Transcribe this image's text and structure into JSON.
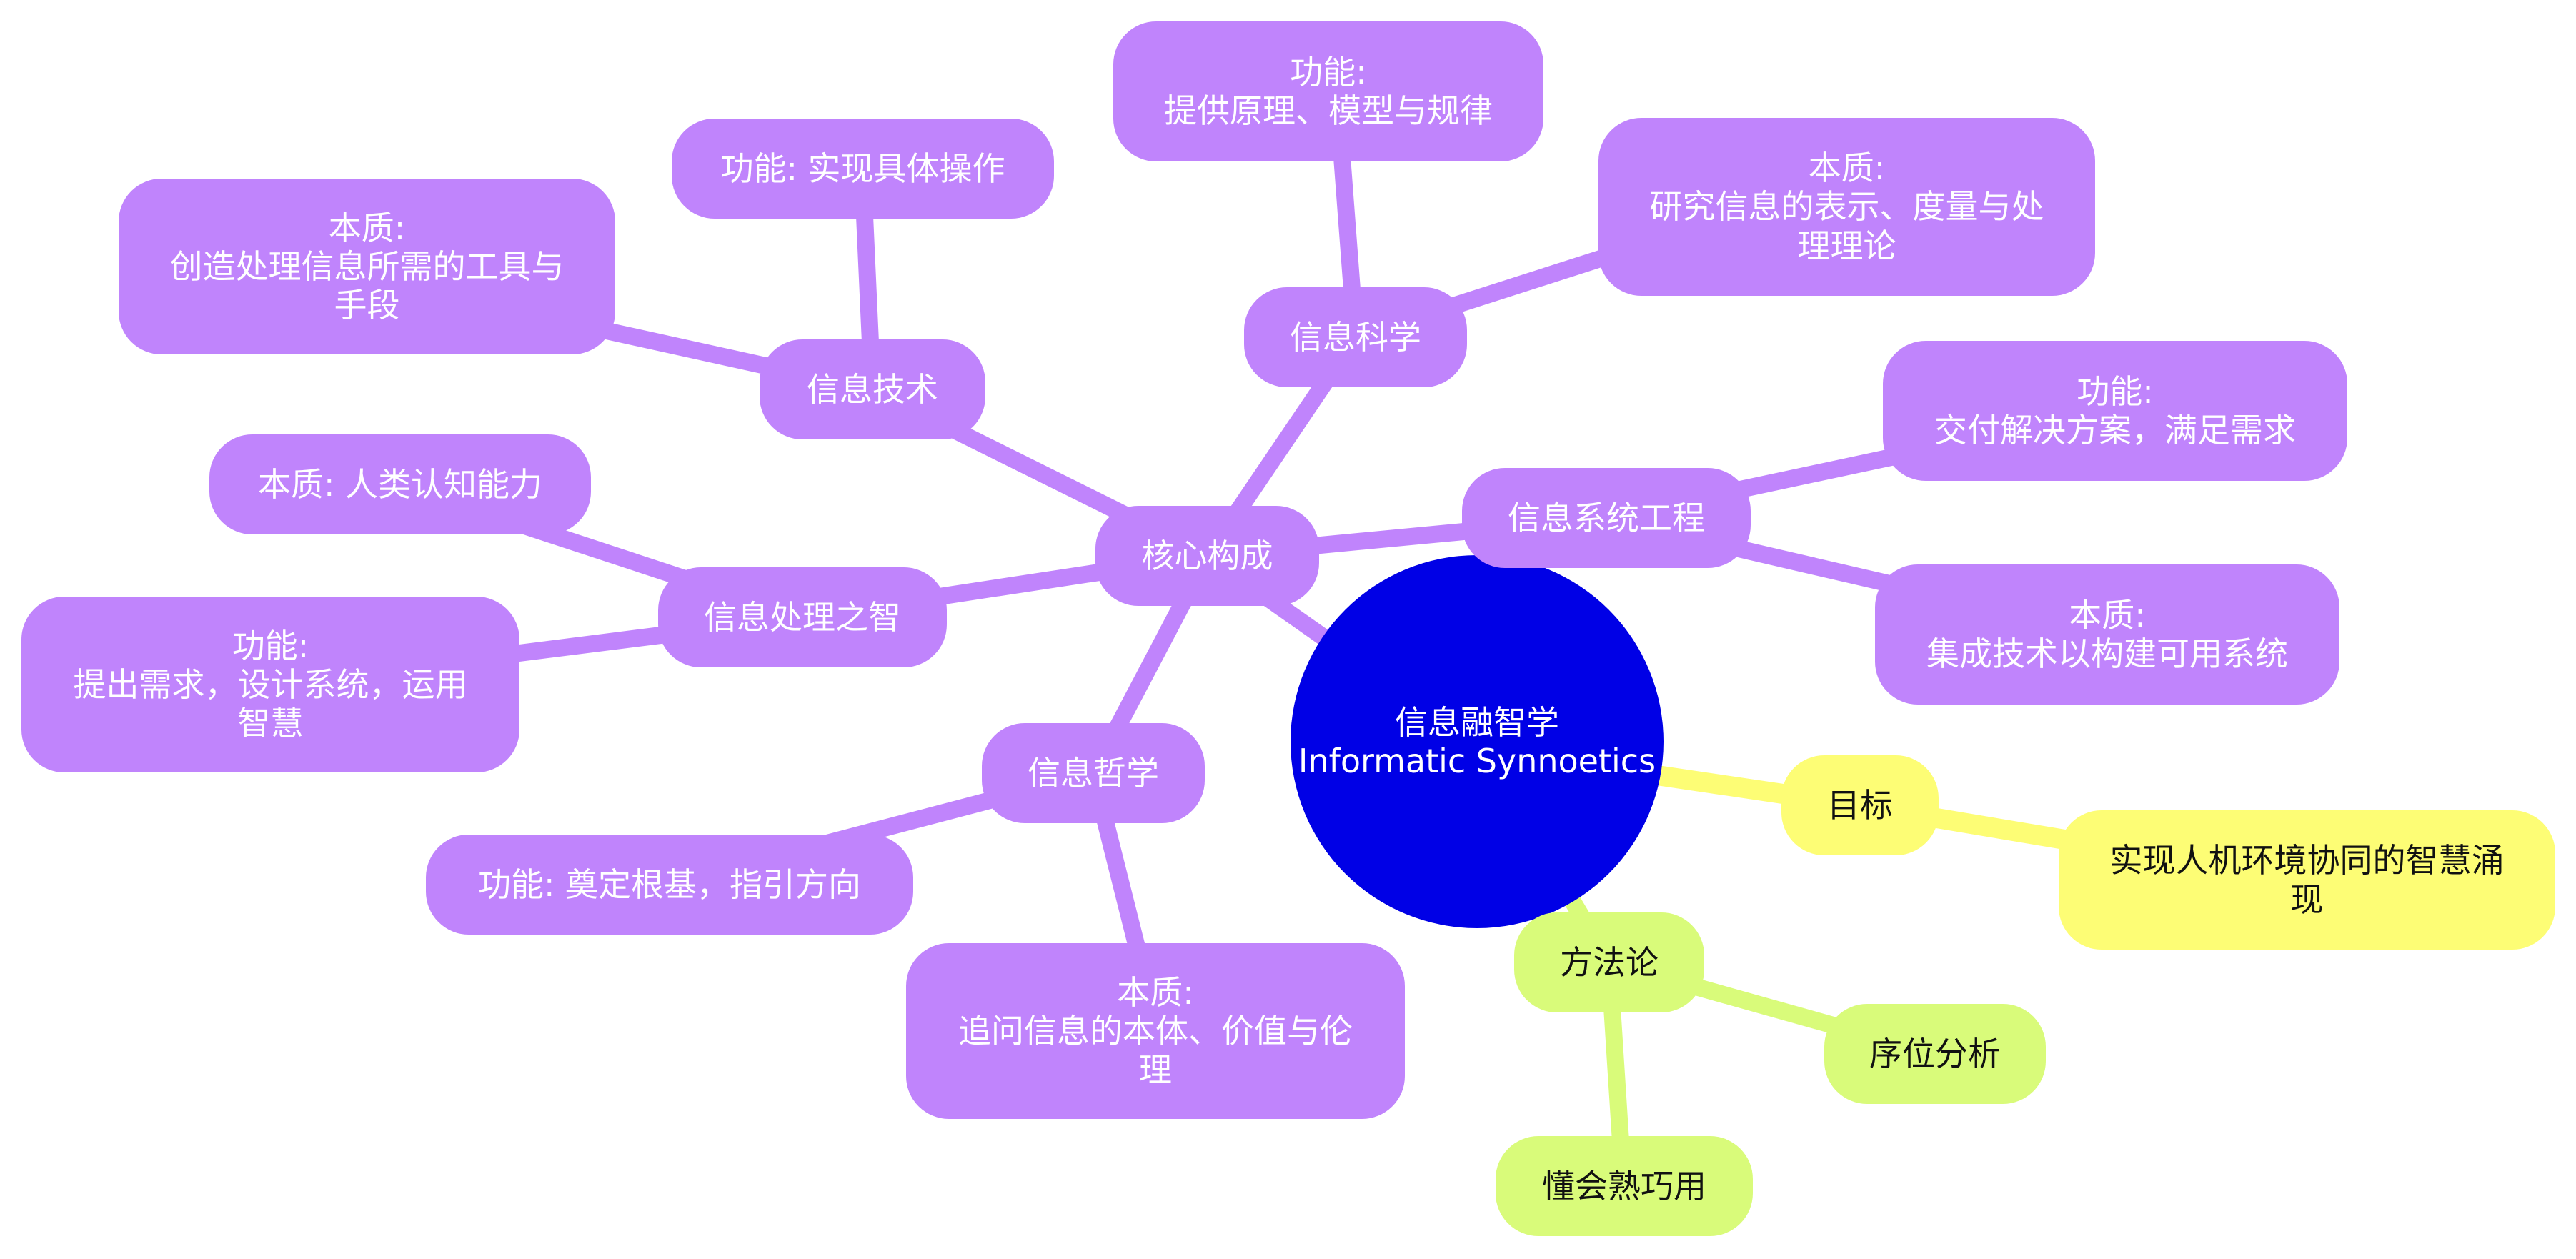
{
  "colors": {
    "root": "#0000e6",
    "purple_branch": "#c084fc",
    "yellow_branch": "#fdfd75",
    "green_branch": "#d9fb7a",
    "dark_text": "#111111",
    "light_text": "#ffffff"
  },
  "root": {
    "title": "信息融智学",
    "subtitle": "Informatic Synnoetics"
  },
  "goal": {
    "label": "目标",
    "child": {
      "line1": "实现人机环境协同的智慧涌",
      "line2": "现"
    }
  },
  "methodology": {
    "label": "方法论",
    "children": [
      "序位分析",
      "懂会熟巧用"
    ]
  },
  "core": {
    "label": "核心构成",
    "info_science": {
      "label": "信息科学",
      "function": {
        "line1": "功能:",
        "line2": "提供原理、模型与规律"
      },
      "essence": {
        "line1": "本质:",
        "line2": "研究信息的表示、度量与处",
        "line3": "理理论"
      }
    },
    "info_tech": {
      "label": "信息技术",
      "function": {
        "line1": "功能: 实现具体操作"
      },
      "essence": {
        "line1": "本质:",
        "line2": "创造处理信息所需的工具与",
        "line3": "手段"
      }
    },
    "info_systems": {
      "label": "信息系统工程",
      "function": {
        "line1": "功能:",
        "line2": "交付解决方案，满足需求"
      },
      "essence": {
        "line1": "本质:",
        "line2": "集成技术以构建可用系统"
      }
    },
    "info_wisdom": {
      "label": "信息处理之智",
      "essence": {
        "line1": "本质: 人类认知能力"
      },
      "function": {
        "line1": "功能:",
        "line2": "提出需求，设计系统，运用",
        "line3": "智慧"
      }
    },
    "info_philosophy": {
      "label": "信息哲学",
      "function": {
        "line1": "功能: 奠定根基，指引方向"
      },
      "essence": {
        "line1": "本质:",
        "line2": "追问信息的本体、价值与伦",
        "line3": "理"
      }
    }
  }
}
